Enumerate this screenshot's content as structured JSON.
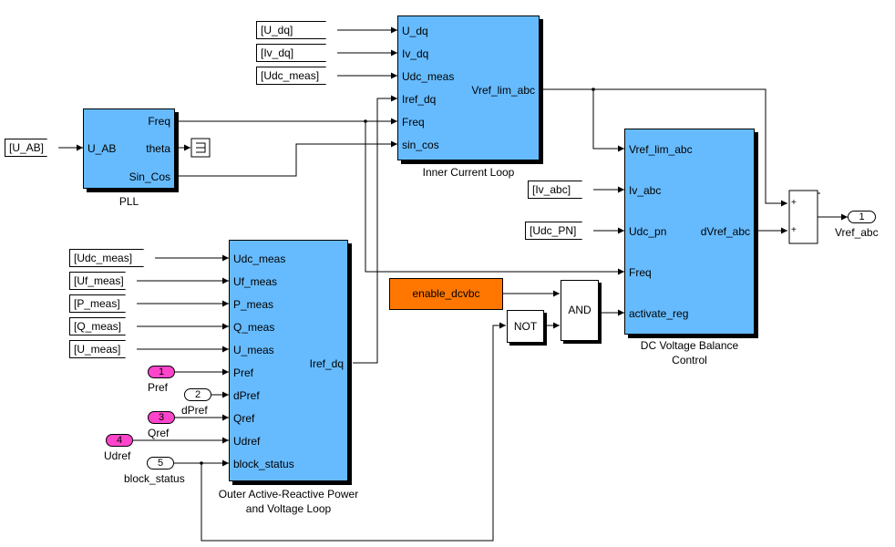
{
  "tags": {
    "u_dq": "[U_dq]",
    "iv_dq": "[Iv_dq]",
    "udc_meas_1": "[Udc_meas]",
    "u_ab": "[U_AB]",
    "iv_abc": "[Iv_abc]",
    "udc_pn": "[Udc_PN]",
    "udc_meas_2": "[Udc_meas]",
    "uf_meas": "[Uf_meas]",
    "p_meas": "[P_meas]",
    "q_meas": "[Q_meas]",
    "u_meas": "[U_meas]"
  },
  "inner_current_loop": {
    "caption": "Inner Current Loop",
    "in": [
      "U_dq",
      "Iv_dq",
      "Udc_meas",
      "Iref_dq",
      "Freq",
      "sin_cos"
    ],
    "out": "Vref_lim_abc"
  },
  "pll": {
    "caption": "PLL",
    "in": "U_AB",
    "out": [
      "Freq",
      "theta",
      "Sin_Cos"
    ]
  },
  "dcvb": {
    "caption_line1": "DC Voltage Balance",
    "caption_line2": "Control",
    "in": [
      "Vref_lim_abc",
      "Iv_abc",
      "Udc_pn",
      "Freq",
      "activate_reg"
    ],
    "out": "dVref_abc"
  },
  "outer_loop": {
    "caption_line1": "Outer Active-Reactive Power",
    "caption_line2": "and Voltage Loop",
    "in": [
      "Udc_meas",
      "Uf_meas",
      "P_meas",
      "Q_meas",
      "U_meas",
      "Pref",
      "dPref",
      "Qref",
      "Udref",
      "block_status"
    ],
    "out": "Iref_dq"
  },
  "inports": [
    {
      "num": "1",
      "name": "Pref"
    },
    {
      "num": "2",
      "name": "dPref"
    },
    {
      "num": "3",
      "name": "Qref"
    },
    {
      "num": "4",
      "name": "Udref"
    },
    {
      "num": "5",
      "name": "block_status"
    }
  ],
  "outport": {
    "num": "1",
    "name": "Vref_abc"
  },
  "const_block": "enable_dcvbc",
  "not_block": "NOT",
  "and_block": "AND",
  "sum_signs": [
    "+",
    "+"
  ],
  "colors": {
    "block": "#66bbff",
    "const": "#ff7700",
    "inport": "#ff44cc"
  }
}
